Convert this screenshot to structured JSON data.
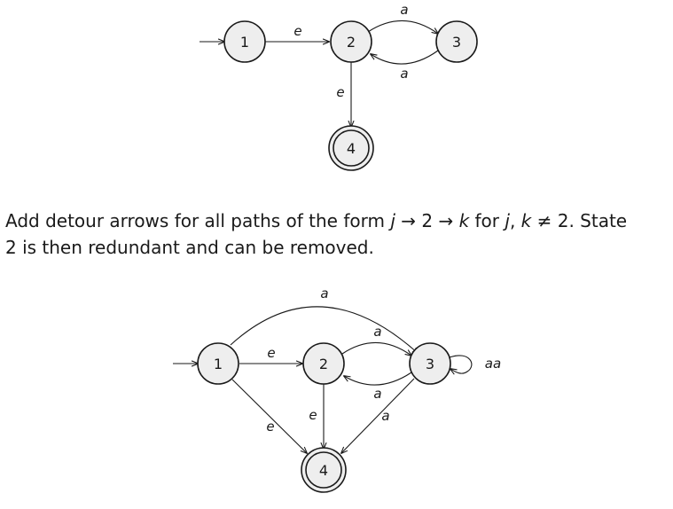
{
  "diagram_top": {
    "states": {
      "s1": "1",
      "s2": "2",
      "s3": "3",
      "s4": "4"
    },
    "labels": {
      "e12": "e",
      "a23": "a",
      "a32": "a",
      "e24": "e"
    }
  },
  "text": {
    "p1": "Add detour arrows for all paths of the form ",
    "j": "j",
    "arrow1": " → 2 → ",
    "k": "k",
    "for": " for ",
    "j2": "j",
    "comma": ", ",
    "k2": "k",
    "neq": " ≠ 2. State",
    "p2": "2 is then redundant and can be removed."
  },
  "diagram_bottom": {
    "states": {
      "s1": "1",
      "s2": "2",
      "s3": "3",
      "s4": "4"
    },
    "labels": {
      "a13": "a",
      "e12": "e",
      "a23": "a",
      "a32": "a",
      "aa33": "aa",
      "e24": "e",
      "e14": "e",
      "a34": "a"
    }
  }
}
